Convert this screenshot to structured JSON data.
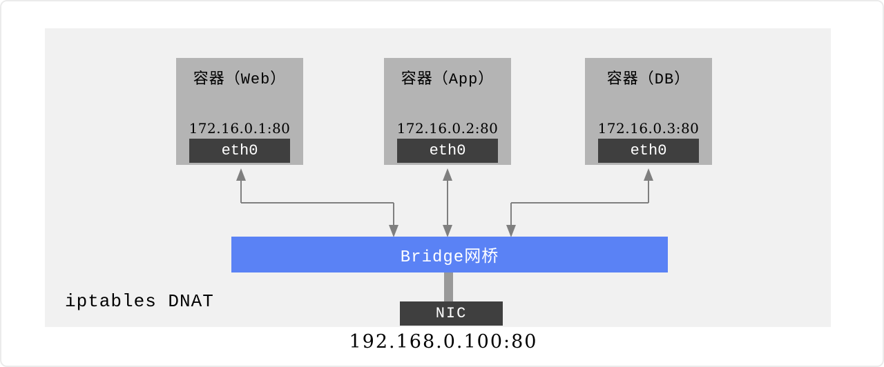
{
  "diagram": {
    "containers": [
      {
        "title": "容器（Web）",
        "ip": "172.16.0.1:80",
        "iface": "eth0"
      },
      {
        "title": "容器（App）",
        "ip": "172.16.0.2:80",
        "iface": "eth0"
      },
      {
        "title": "容器（DB）",
        "ip": "172.16.0.3:80",
        "iface": "eth0"
      }
    ],
    "bridge_label": "Bridge网桥",
    "nic_label": "NIC",
    "host_ip": "192.168.0.100:80",
    "side_label": "iptables DNAT",
    "colors": {
      "panel_bg": "#f1f1f1",
      "container_bg": "#b4b4b4",
      "interface_bg": "#3f3f3f",
      "bridge_bg": "#5a82f5",
      "arrow": "#7f7f7f",
      "stem": "#999999",
      "text_dark": "#000000",
      "text_light": "#ffffff"
    }
  }
}
